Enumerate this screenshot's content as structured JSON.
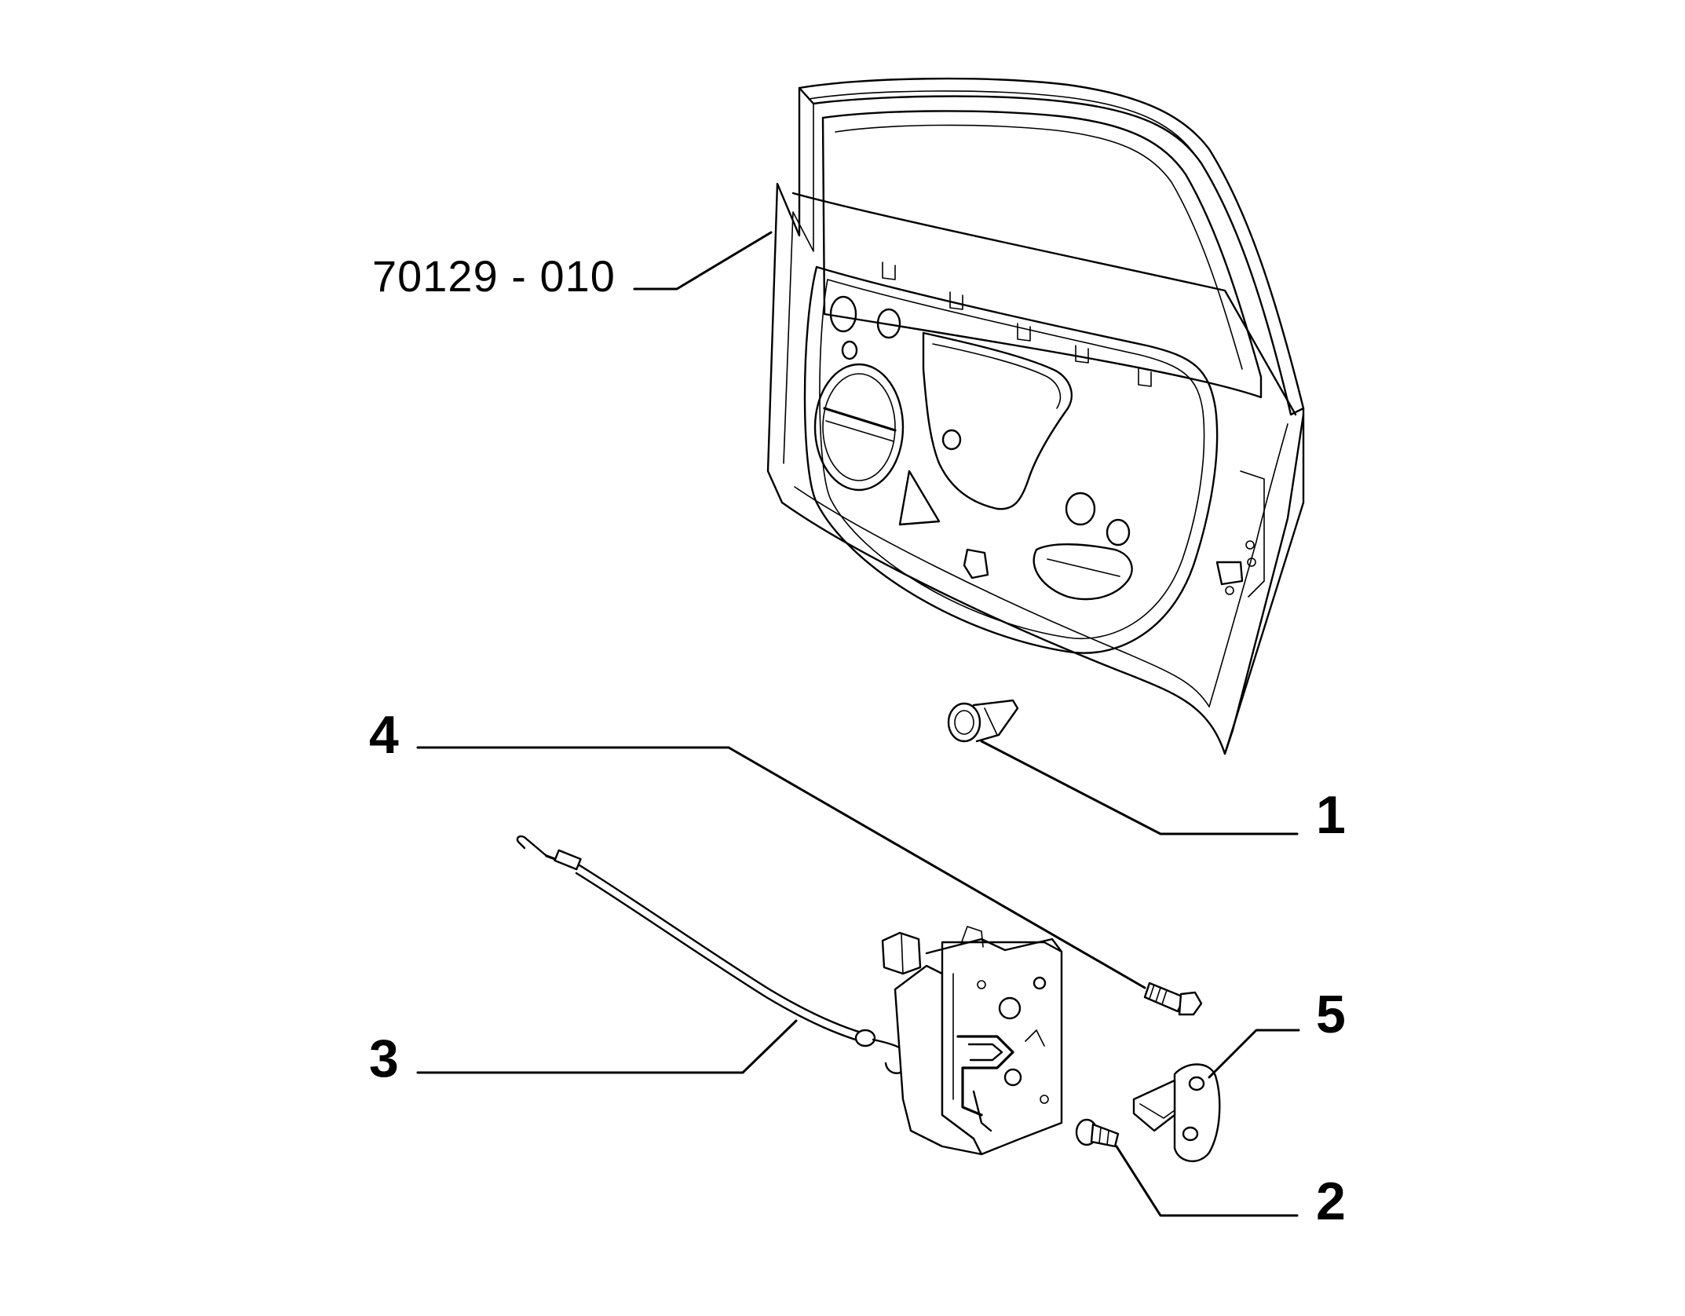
{
  "diagram": {
    "labels": {
      "panel_ref": "70129 - 010",
      "part_1": "1",
      "part_2": "2",
      "part_3": "3",
      "part_4": "4",
      "part_5": "5"
    },
    "colors": {
      "line": "#000000",
      "background": "#ffffff"
    }
  }
}
